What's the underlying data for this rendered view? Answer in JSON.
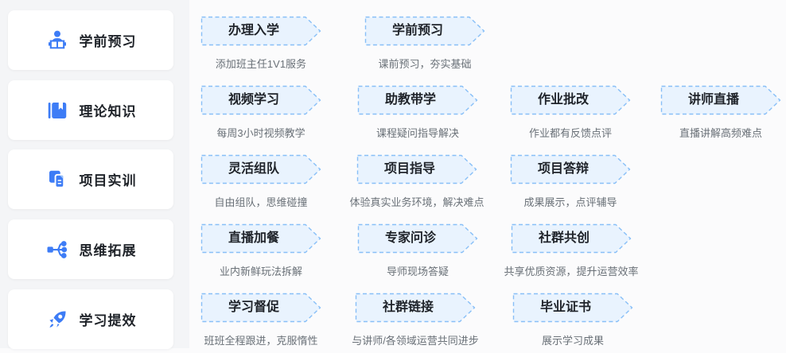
{
  "palette": {
    "accent_blue": "#3d7cf6",
    "box_fill": "#e9f3fe",
    "box_border": "#88bff7",
    "title_color": "#1f2329",
    "desc_color": "#697077",
    "rail_bg": "#f4f5f7",
    "canvas_bg": "#fbfbfc",
    "card_bg": "#ffffff"
  },
  "sidebar": {
    "items": [
      {
        "label": "学前预习",
        "icon": "person-reading-icon"
      },
      {
        "label": "理论知识",
        "icon": "book-icon"
      },
      {
        "label": "项目实训",
        "icon": "copy-document-icon"
      },
      {
        "label": "思维拓展",
        "icon": "mindmap-icon"
      },
      {
        "label": "学习提效",
        "icon": "rocket-icon"
      }
    ]
  },
  "rows": [
    {
      "steps": [
        {
          "label": "办理入学",
          "desc": "添加班主任1V1服务"
        },
        {
          "label": "学前预习",
          "desc": "课前预习，夯实基础"
        }
      ]
    },
    {
      "steps": [
        {
          "label": "视频学习",
          "desc": "每周3小时视频教学"
        },
        {
          "label": "助教带学",
          "desc": "课程疑问指导解决"
        },
        {
          "label": "作业批改",
          "desc": "作业都有反馈点评"
        },
        {
          "label": "讲师直播",
          "desc": "直播讲解高频难点"
        }
      ]
    },
    {
      "steps": [
        {
          "label": "灵活组队",
          "desc": "自由组队，思维碰撞"
        },
        {
          "label": "项目指导",
          "desc": "体验真实业务环境，解决难点"
        },
        {
          "label": "项目答辩",
          "desc": "成果展示，点评辅导"
        }
      ]
    },
    {
      "steps": [
        {
          "label": "直播加餐",
          "desc": "业内新鲜玩法拆解"
        },
        {
          "label": "专家问诊",
          "desc": "导师现场答疑"
        },
        {
          "label": "社群共创",
          "desc": "共享优质资源，提升运营效率"
        }
      ]
    },
    {
      "steps": [
        {
          "label": "学习督促",
          "desc": "班班全程跟进，克服惰性"
        },
        {
          "label": "社群链接",
          "desc": "与讲师/各领域运营共同进步"
        },
        {
          "label": "毕业证书",
          "desc": "展示学习成果"
        }
      ]
    }
  ]
}
